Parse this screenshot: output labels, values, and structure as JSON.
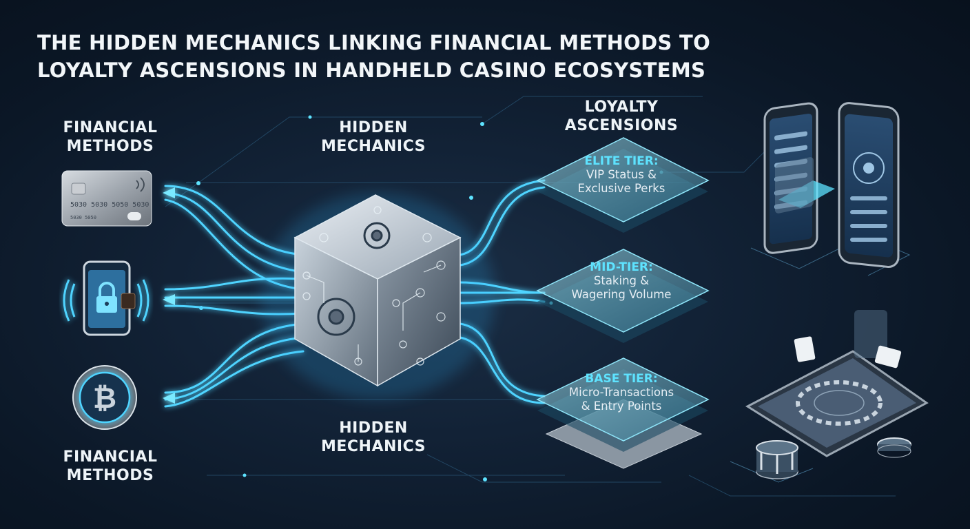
{
  "title": {
    "line1": "THE HIDDEN MECHANICS LINKING FINANCIAL METHODS TO",
    "line2": "LOYALTY ASCENSIONS IN HANDHELD CASINO ECOSYSTEMS"
  },
  "labels": {
    "financial_top": [
      "FINANCIAL",
      "METHODS"
    ],
    "financial_bottom": [
      "FINANCIAL",
      "METHODS"
    ],
    "hidden_top": [
      "HIDDEN",
      "MECHANICS"
    ],
    "hidden_bottom": [
      "HIDDEN",
      "MECHANICS"
    ],
    "loyalty": [
      "LOYALTY",
      "ASCENSIONS"
    ]
  },
  "tiers": [
    {
      "name": "ELITE TIER:",
      "desc1": "VIP Status &",
      "desc2": "Exclusive Perks"
    },
    {
      "name": "MID-TIER:",
      "desc1": "Staking &",
      "desc2": "Wagering Volume"
    },
    {
      "name": "BASE TIER:",
      "desc1": "Micro-Transactions",
      "desc2": "& Entry Points"
    }
  ],
  "card": {
    "number": "5030 5030 5050 5030",
    "holder": "5030 5050"
  },
  "crypto": {
    "symbol": "₿"
  },
  "icons": [
    "credit-card-icon",
    "mobile-wallet-lock-icon",
    "bitcoin-coin-icon",
    "gear-icon",
    "smartphone-icon",
    "tablet-icon",
    "poker-chip-icon",
    "playing-card-icon"
  ],
  "colors": {
    "accent": "#5ee3ff",
    "glow": "#2fb8ff",
    "background": "#0e1b2b"
  }
}
